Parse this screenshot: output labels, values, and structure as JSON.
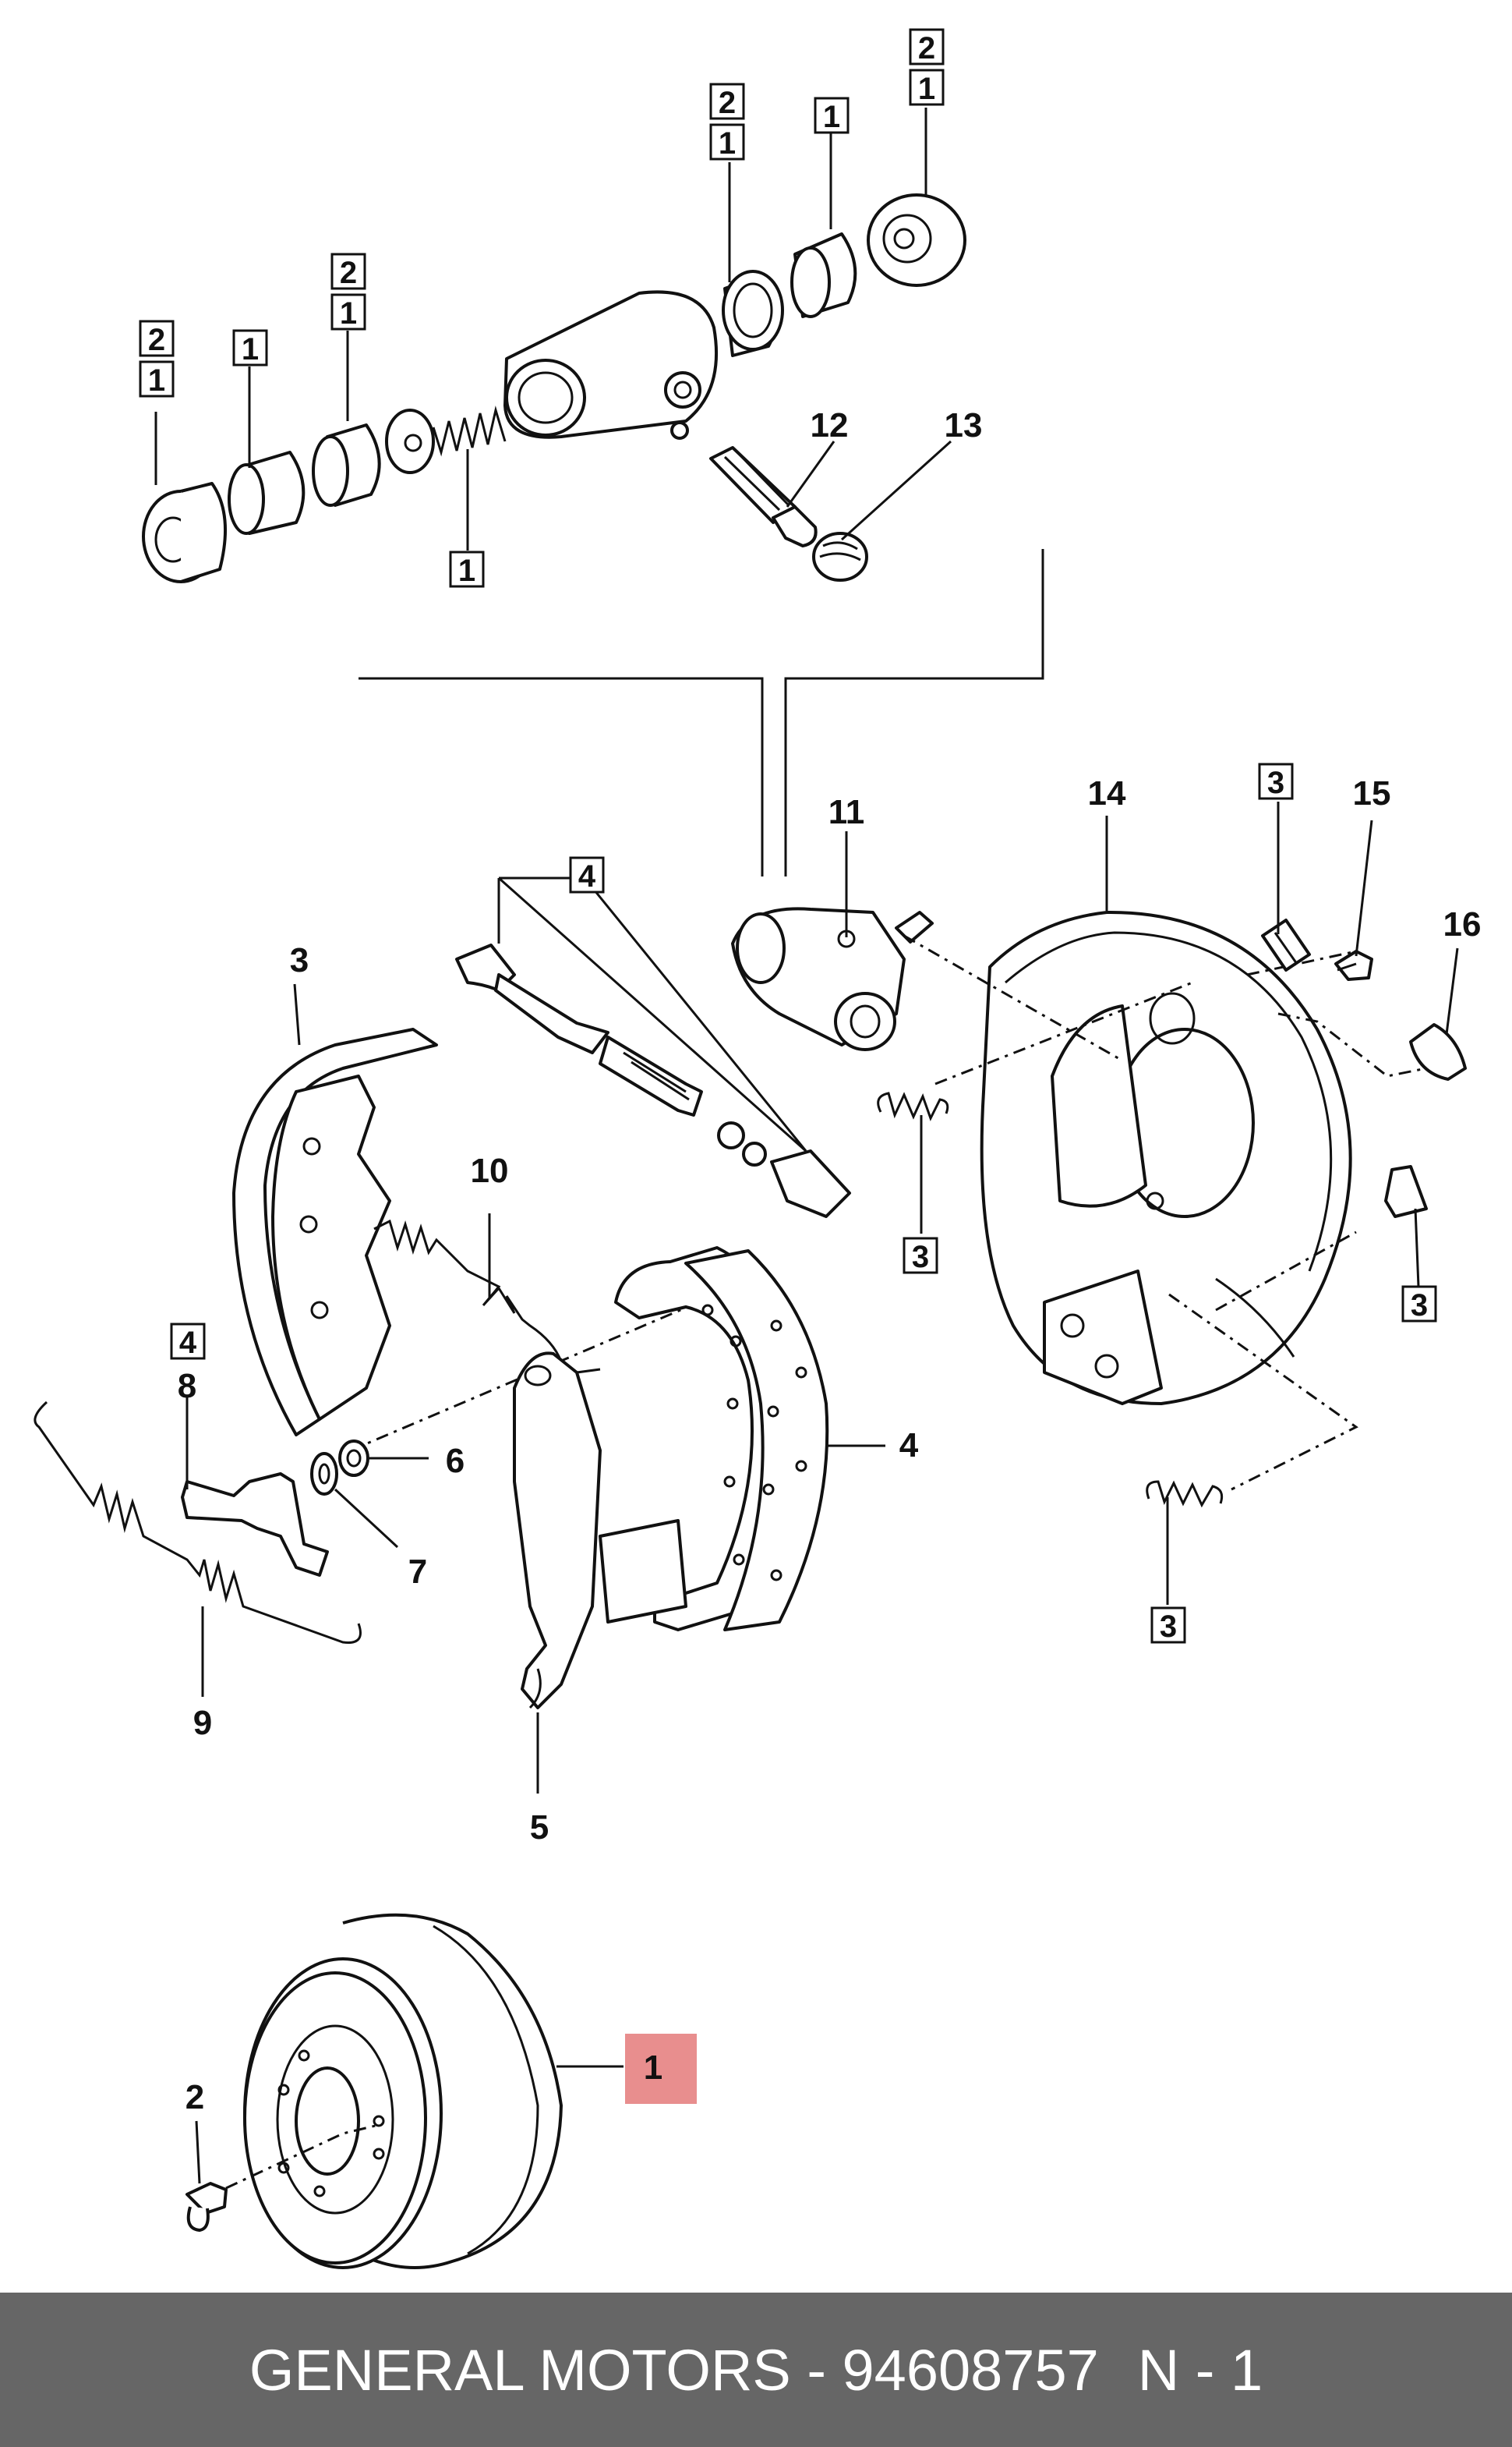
{
  "diagram": {
    "callouts": {
      "c1": "1",
      "c2": "2",
      "c3": "3",
      "c4": "4",
      "c5": "5",
      "c6": "6",
      "c7": "7",
      "c8": "8",
      "c9": "9",
      "c10": "10",
      "c11": "11",
      "c12": "12",
      "c13": "13",
      "c14": "14",
      "c15": "15",
      "c16": "16"
    },
    "kit_refs": {
      "k1": "1",
      "k2": "2",
      "k3": "3",
      "k4": "4"
    },
    "highlight_color": "#e88e8e"
  },
  "footer": {
    "brand_part": "GENERAL MOTORS - 94608757",
    "page_ref": "N - 1"
  }
}
